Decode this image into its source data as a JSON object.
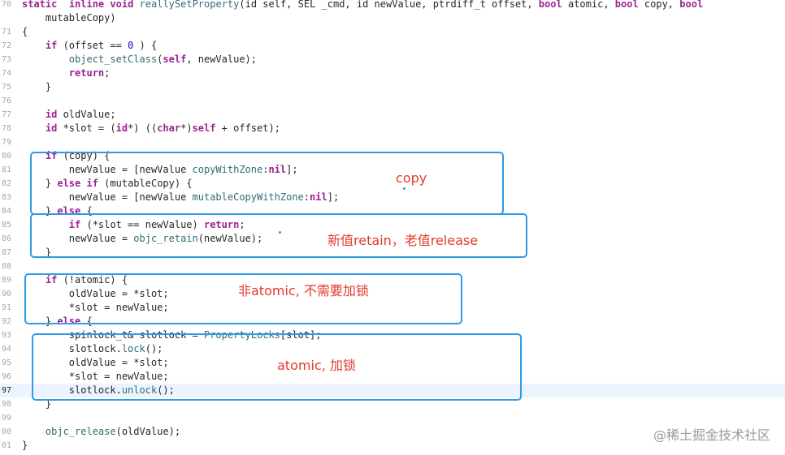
{
  "editor": {
    "current_line": "97",
    "lines": [
      {
        "n": "70",
        "t": [
          [
            "kw",
            "static"
          ],
          [
            "",
            "  "
          ],
          [
            "kw",
            "inline"
          ],
          [
            "",
            " "
          ],
          [
            "kw",
            "void"
          ],
          [
            "",
            " "
          ],
          [
            "fn",
            "reallySetProperty"
          ],
          [
            "",
            "(id self, SEL _cmd, id newValue, ptrdiff_t offset, "
          ],
          [
            "kw",
            "bool"
          ],
          [
            "",
            " atomic, "
          ],
          [
            "kw",
            "bool"
          ],
          [
            "",
            " copy, "
          ],
          [
            "kw",
            "bool"
          ]
        ]
      },
      {
        "n": "",
        "t": [
          [
            "",
            "    mutableCopy)"
          ]
        ]
      },
      {
        "n": "71",
        "t": [
          [
            "",
            "{"
          ]
        ]
      },
      {
        "n": "72",
        "t": [
          [
            "",
            "    "
          ],
          [
            "kw",
            "if"
          ],
          [
            "",
            " (offset == "
          ],
          [
            "num",
            "0"
          ],
          [
            "",
            " ) {"
          ]
        ]
      },
      {
        "n": "73",
        "t": [
          [
            "",
            "        "
          ],
          [
            "fn",
            "object_setClass"
          ],
          [
            "",
            "("
          ],
          [
            "kw",
            "self"
          ],
          [
            "",
            ", newValue);"
          ]
        ]
      },
      {
        "n": "74",
        "t": [
          [
            "",
            "        "
          ],
          [
            "kw",
            "return"
          ],
          [
            "",
            ";"
          ]
        ]
      },
      {
        "n": "75",
        "t": [
          [
            "",
            "    }"
          ]
        ]
      },
      {
        "n": "76",
        "t": []
      },
      {
        "n": "77",
        "t": [
          [
            "",
            "    "
          ],
          [
            "kw",
            "id"
          ],
          [
            "",
            " oldValue;"
          ]
        ]
      },
      {
        "n": "78",
        "t": [
          [
            "",
            "    "
          ],
          [
            "kw",
            "id"
          ],
          [
            "",
            " *slot = ("
          ],
          [
            "kw",
            "id"
          ],
          [
            "",
            "*) (("
          ],
          [
            "kw",
            "char"
          ],
          [
            "",
            "*)"
          ],
          [
            "kw",
            "self"
          ],
          [
            "",
            " + offset);"
          ]
        ]
      },
      {
        "n": "79",
        "t": []
      },
      {
        "n": "80",
        "t": [
          [
            "",
            "    "
          ],
          [
            "kw",
            "if"
          ],
          [
            "",
            " (copy) {"
          ]
        ]
      },
      {
        "n": "81",
        "t": [
          [
            "",
            "        newValue = [newValue "
          ],
          [
            "fn",
            "copyWithZone"
          ],
          [
            "",
            ":"
          ],
          [
            "kw",
            "nil"
          ],
          [
            "",
            "];"
          ]
        ]
      },
      {
        "n": "82",
        "t": [
          [
            "",
            "    } "
          ],
          [
            "kw",
            "else"
          ],
          [
            "",
            " "
          ],
          [
            "kw",
            "if"
          ],
          [
            "",
            " (mutableCopy) {"
          ]
        ]
      },
      {
        "n": "83",
        "t": [
          [
            "",
            "        newValue = [newValue "
          ],
          [
            "fn",
            "mutableCopyWithZone"
          ],
          [
            "",
            ":"
          ],
          [
            "kw",
            "nil"
          ],
          [
            "",
            "];"
          ]
        ]
      },
      {
        "n": "84",
        "t": [
          [
            "",
            "    } "
          ],
          [
            "kw",
            "else"
          ],
          [
            "",
            " {"
          ]
        ]
      },
      {
        "n": "85",
        "t": [
          [
            "",
            "        "
          ],
          [
            "kw",
            "if"
          ],
          [
            "",
            " (*slot == newValue) "
          ],
          [
            "kw",
            "return"
          ],
          [
            "",
            ";"
          ]
        ]
      },
      {
        "n": "86",
        "t": [
          [
            "",
            "        newValue = "
          ],
          [
            "fn",
            "objc_retain"
          ],
          [
            "",
            "(newValue);"
          ]
        ]
      },
      {
        "n": "87",
        "t": [
          [
            "",
            "    }"
          ]
        ]
      },
      {
        "n": "88",
        "t": []
      },
      {
        "n": "89",
        "t": [
          [
            "",
            "    "
          ],
          [
            "kw",
            "if"
          ],
          [
            "",
            " (!atomic) {"
          ]
        ]
      },
      {
        "n": "90",
        "t": [
          [
            "",
            "        oldValue = *slot;"
          ]
        ]
      },
      {
        "n": "91",
        "t": [
          [
            "",
            "        *slot = newValue;"
          ]
        ]
      },
      {
        "n": "92",
        "t": [
          [
            "",
            "    } "
          ],
          [
            "kw",
            "else"
          ],
          [
            "",
            " {"
          ]
        ]
      },
      {
        "n": "93",
        "t": [
          [
            "",
            "        spinlock_t& slotlock = "
          ],
          [
            "fn",
            "PropertyLocks"
          ],
          [
            "",
            "[slot];"
          ]
        ]
      },
      {
        "n": "94",
        "t": [
          [
            "",
            "        slotlock."
          ],
          [
            "fn",
            "lock"
          ],
          [
            "",
            "();"
          ]
        ]
      },
      {
        "n": "95",
        "t": [
          [
            "",
            "        oldValue = *slot;"
          ]
        ]
      },
      {
        "n": "96",
        "t": [
          [
            "",
            "        *slot = newValue;"
          ]
        ]
      },
      {
        "n": "97",
        "t": [
          [
            "",
            "        slotlock."
          ],
          [
            "fn",
            "unlock"
          ],
          [
            "",
            "();"
          ]
        ]
      },
      {
        "n": "98",
        "t": [
          [
            "",
            "    }"
          ]
        ]
      },
      {
        "n": "99",
        "t": []
      },
      {
        "n": "00",
        "t": [
          [
            "",
            "    "
          ],
          [
            "fn",
            "objc_release"
          ],
          [
            "",
            "(oldValue);"
          ]
        ]
      },
      {
        "n": "01",
        "t": [
          [
            "",
            "}"
          ]
        ]
      }
    ]
  },
  "annotations": {
    "copy": "copy",
    "retain": "新值retain，老值release",
    "nonatomic": "非atomic, 不需要加锁",
    "atomic": "atomic, 加锁"
  },
  "watermark": "@稀土掘金技术社区",
  "colors": {
    "keyword": "#9b2393",
    "function": "#326d74",
    "number": "#1c00cf",
    "annotation_box": "#2e9ae8",
    "annotation_text": "#e23a2b",
    "current_line_bg": "#ecf5ff"
  }
}
